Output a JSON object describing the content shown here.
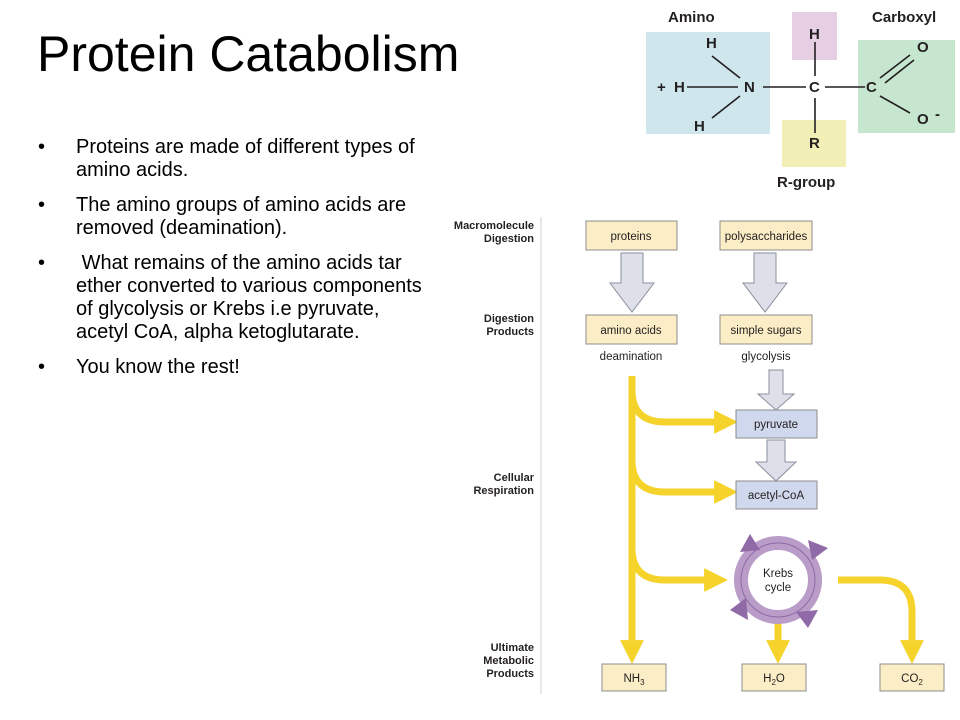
{
  "slide": {
    "title": "Protein Catabolism",
    "bullets": [
      {
        "marker": "•",
        "text": "Proteins are made of different types of amino acids."
      },
      {
        "marker": "•",
        "text": "The amino groups of amino acids are removed (deamination)."
      },
      {
        "marker": "•",
        "text": " What remains of the amino acids tar ether converted to various components of glycolysis or Krebs i.e pyruvate, acetyl CoA, alpha ketoglutarate."
      },
      {
        "marker": "•",
        "text": "You know the rest!"
      }
    ]
  },
  "amino_acid_structure": {
    "amino_label": "Amino",
    "carboxyl_label": "Carboxyl",
    "rgroup_label": "R-group",
    "atoms": {
      "h_top": "H",
      "h_left": "H",
      "h_bottom": "H",
      "plus": "+",
      "n": "N",
      "c_alpha": "C",
      "h_alpha": "H",
      "r": "R",
      "c_carboxyl": "C",
      "o_double": "O",
      "o_minus": "O",
      "minus": "-"
    },
    "colors": {
      "amino": "#cfe6ec",
      "carboxyl": "#c7e6cf",
      "alpha_h": "#e6cfe3",
      "rgroup": "#f2efb6"
    }
  },
  "metabolism_diagram": {
    "row_labels": {
      "macromolecule_1": "Macromolecule",
      "macromolecule_2": "Digestion",
      "products_1": "Digestion",
      "products_2": "Products",
      "respiration_1": "Cellular",
      "respiration_2": "Respiration",
      "ultimate_1": "Ultimate",
      "ultimate_2": "Metabolic",
      "ultimate_3": "Products"
    },
    "boxes": {
      "proteins": "proteins",
      "polysaccharides": "polysaccharides",
      "amino_acids": "amino acids",
      "simple_sugars": "simple sugars",
      "pyruvate": "pyruvate",
      "acetyl_coa": "acetyl-CoA",
      "krebs_1": "Krebs",
      "krebs_2": "cycle"
    },
    "step_labels": {
      "deamination": "deamination",
      "glycolysis": "glycolysis"
    },
    "products": {
      "nh3": "NH",
      "nh3_sub": "3",
      "h2o_h": "H",
      "h2o_sub": "2",
      "h2o_o": "O",
      "co2": "CO",
      "co2_sub": "2"
    },
    "colors": {
      "box_fill": "#fbeec6",
      "blue_box": "#cfd8ec",
      "arrow": "#f5d32a",
      "gray_arrow": "#dde0e8",
      "cycle": "#b99cc8"
    }
  }
}
